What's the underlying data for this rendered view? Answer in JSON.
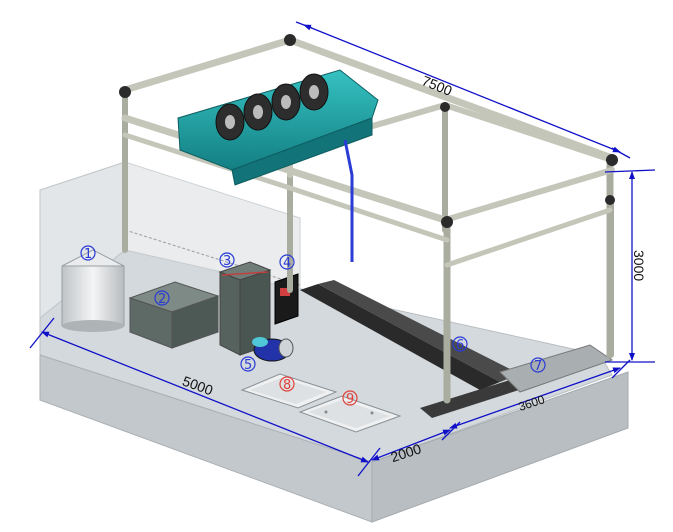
{
  "colors": {
    "dimension": "#1010c8",
    "label_blue": "#2a3bd6",
    "label_red": "#e0403a",
    "frame": "#bfc2b2",
    "frame_dark": "#8d9082",
    "joint": "#2b2b2b",
    "base_top": "#d4d9dd",
    "base_front": "#c6cbcf",
    "back_panel": "#dfe3e6",
    "rail": "#1c1c1c",
    "teal": "#1e9fa1"
  },
  "dimensions": {
    "top_length": "7500",
    "height": "3000",
    "base_length": "5000",
    "base_width": "2000",
    "track_length": "3600"
  },
  "components": [
    {
      "id": "1",
      "name": "tank",
      "color": "blue"
    },
    {
      "id": "2",
      "name": "box",
      "color": "blue"
    },
    {
      "id": "3",
      "name": "cabinet",
      "color": "blue"
    },
    {
      "id": "4",
      "name": "control-panel",
      "color": "blue"
    },
    {
      "id": "5",
      "name": "pump",
      "color": "blue"
    },
    {
      "id": "6",
      "name": "rail-track",
      "color": "blue"
    },
    {
      "id": "7",
      "name": "end-platform",
      "color": "blue"
    },
    {
      "id": "8",
      "name": "basin-left",
      "color": "red"
    },
    {
      "id": "9",
      "name": "basin-right",
      "color": "red"
    }
  ]
}
